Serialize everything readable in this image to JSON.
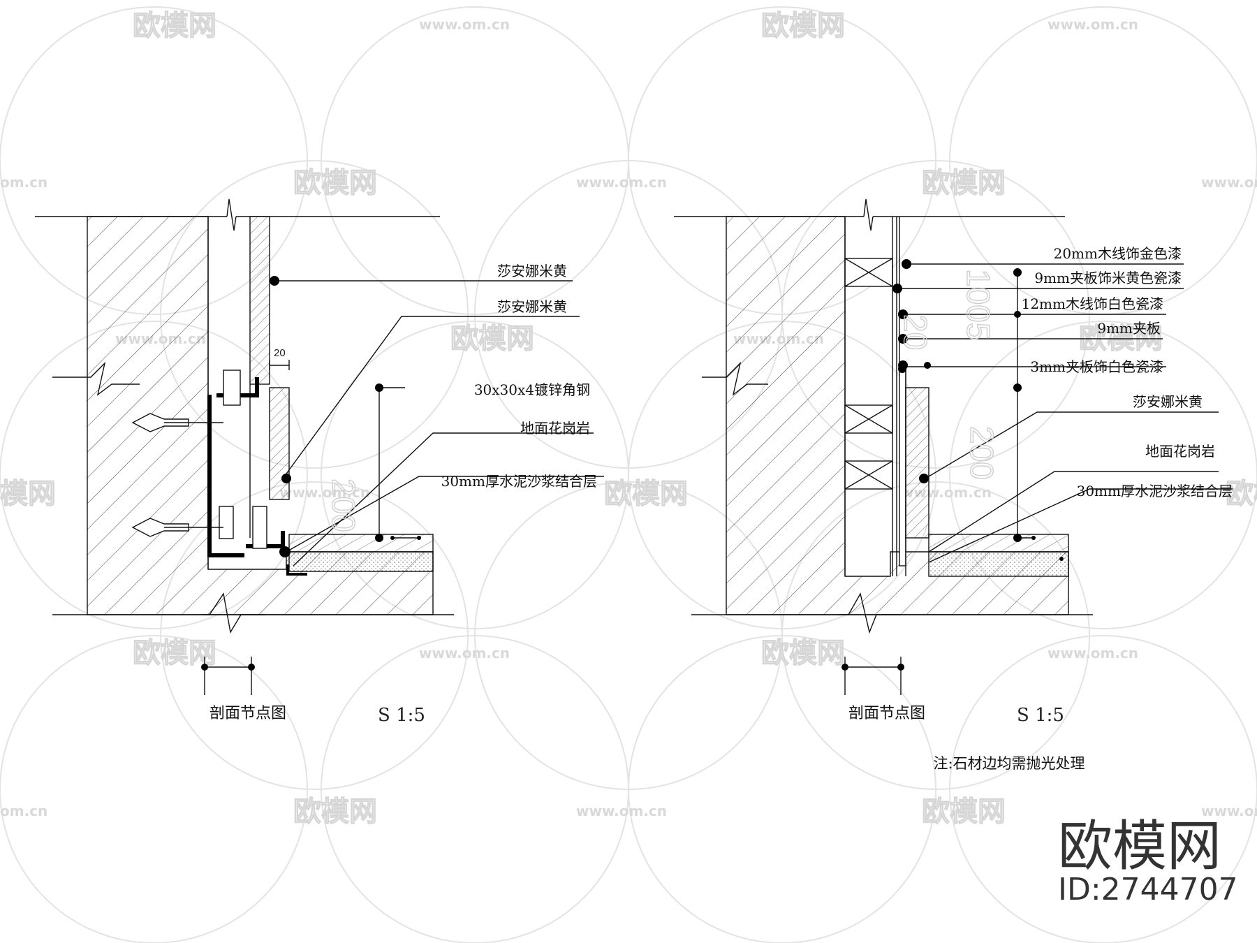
{
  "watermark": {
    "brand": "欧模网",
    "url": "www.om.cn",
    "url_short": "om.cn",
    "brand_short": "模网"
  },
  "left_detail": {
    "labels": [
      "莎安娜米黄",
      "莎安娜米黄",
      "30x30x4镀锌角钢",
      "地面花岗岩",
      "30mm厚水泥沙浆结合层"
    ],
    "dim_small": "20",
    "dim_big": "200",
    "title": "剖面节点图",
    "scale": "S 1:5"
  },
  "right_detail": {
    "labels": [
      "20mm木线饰金色漆",
      "9mm夹板饰米黄色瓷漆",
      "12mm木线饰白色瓷漆",
      "9mm夹板",
      "3mm夹板饰白色瓷漆",
      "莎安娜米黄",
      "地面花岗岩",
      "30mm厚水泥沙浆结合层"
    ],
    "dim_big_top": "1005",
    "dim_big_bottom": "200",
    "dim_mid": "20",
    "title": "剖面节点图",
    "scale": "S 1:5"
  },
  "note": "注:石材边均需抛光处理",
  "brand_corner": {
    "name": "欧模网",
    "id": "ID:2744707"
  },
  "colors": {
    "line": "#111111",
    "watermark": "#d6d6d6",
    "brand": "#333333"
  }
}
